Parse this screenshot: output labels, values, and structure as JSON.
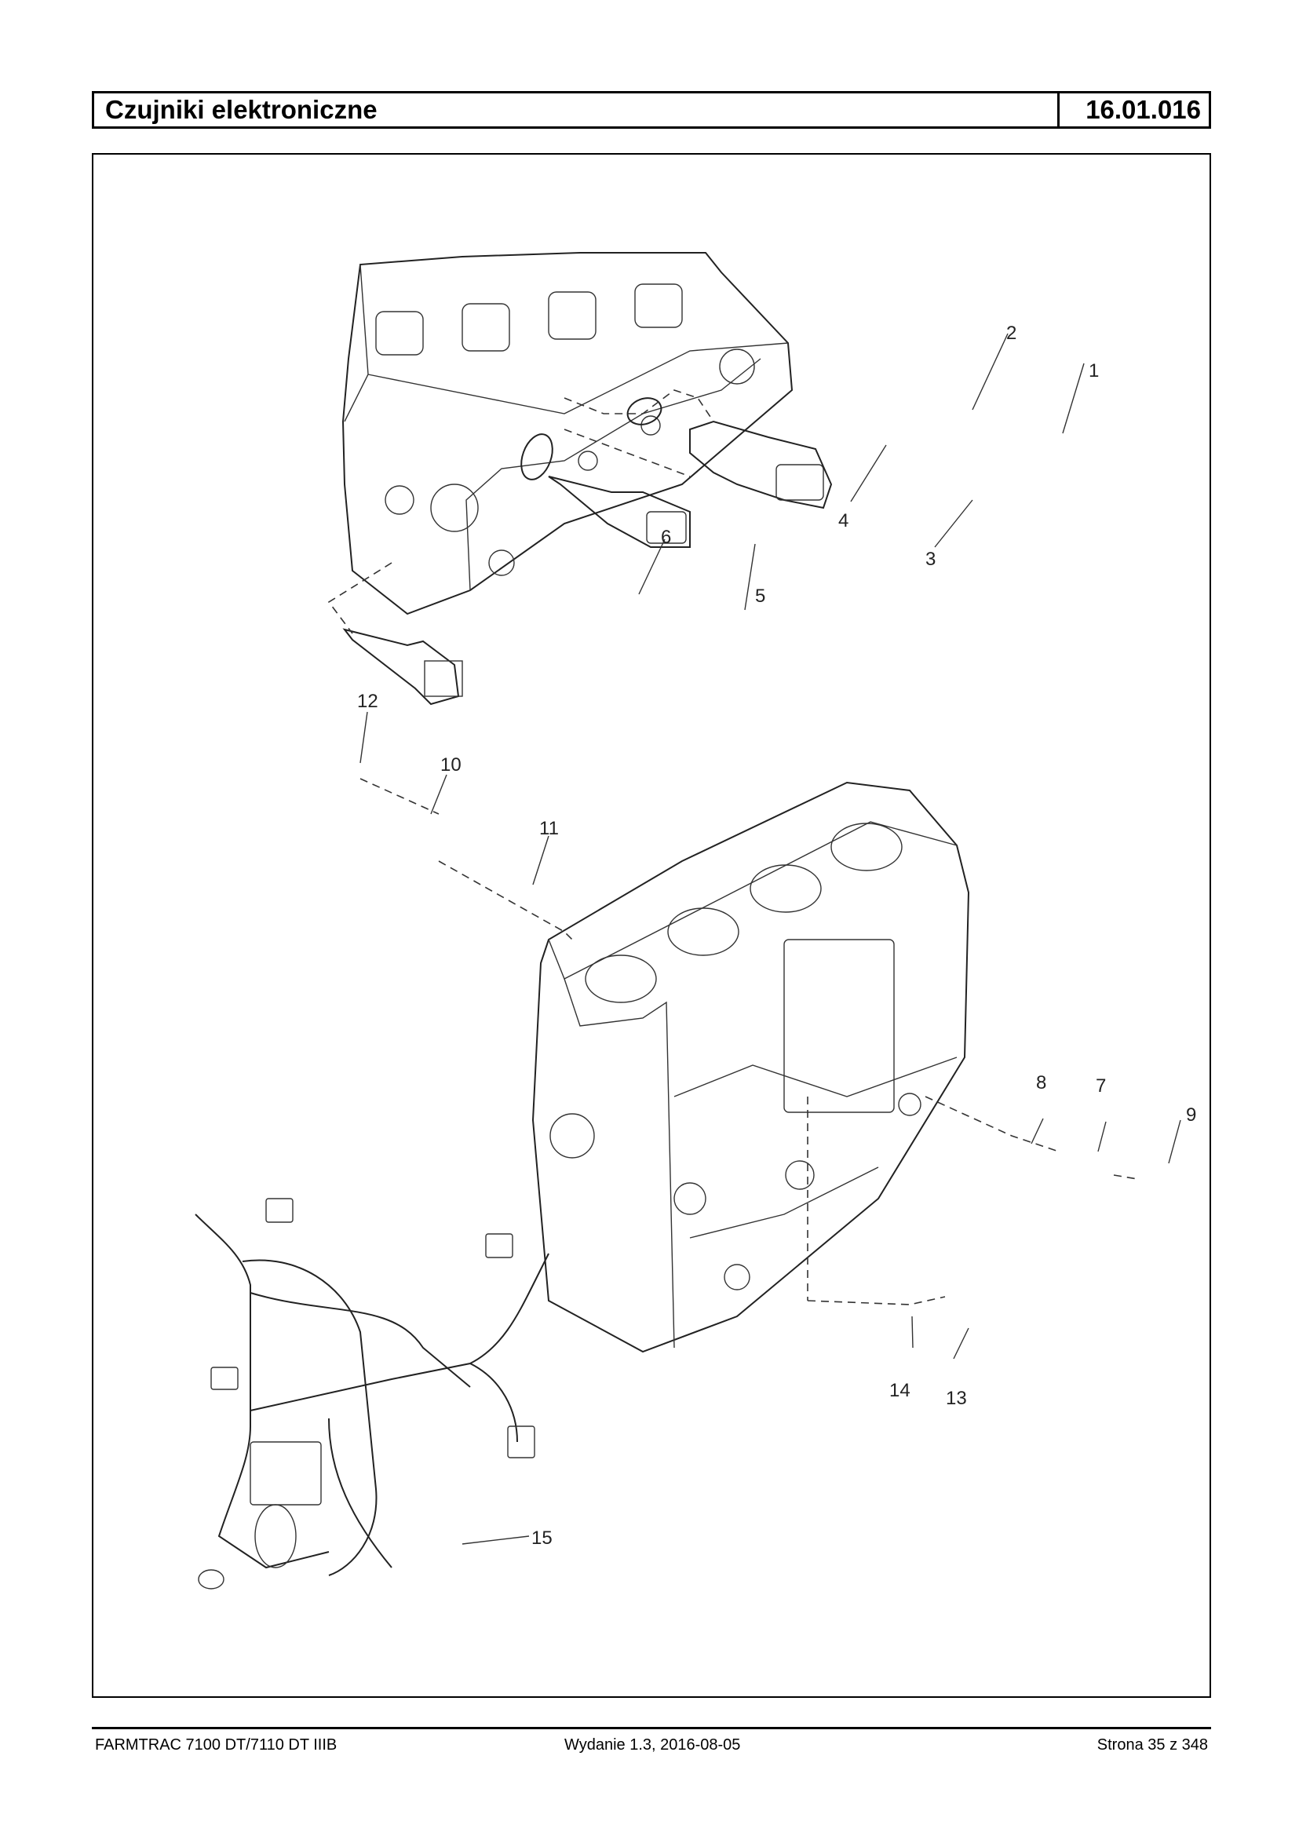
{
  "header": {
    "title": "Czujniki elektroniczne",
    "code": "16.01.016"
  },
  "diagram": {
    "callouts": [
      "1",
      "2",
      "3",
      "4",
      "5",
      "6",
      "7",
      "8",
      "9",
      "10",
      "11",
      "12",
      "13",
      "14",
      "15"
    ]
  },
  "footer": {
    "model": "FARMTRAC 7100 DT/7110 DT IIIB",
    "edition": "Wydanie 1.3,  2016-08-05",
    "page": "Strona 35 z 348"
  }
}
